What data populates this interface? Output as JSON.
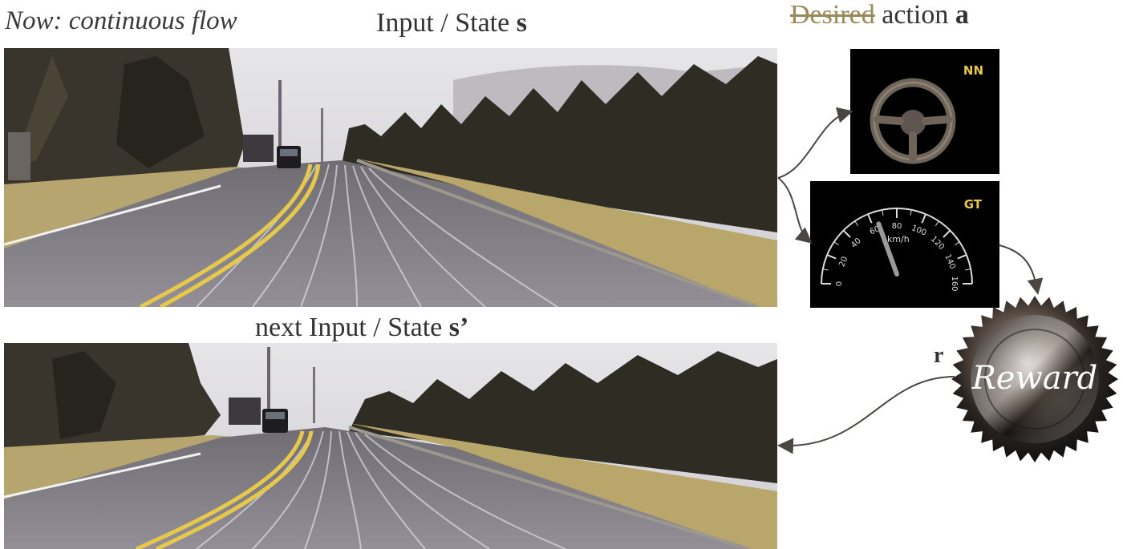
{
  "header": {
    "now_label": "Now: continuous flow",
    "state_label": "Input / State",
    "state_symbol": "s",
    "next_state_label": "next Input / State",
    "next_state_symbol": "s’",
    "action_struck": "Desired",
    "action_label": "action",
    "action_symbol": "a"
  },
  "panels": {
    "nn_label": "NN",
    "gt_label": "GT",
    "gauge_unit": "km/h",
    "gauge_ticks": [
      "0",
      "20",
      "40",
      "60",
      "80",
      "100",
      "120",
      "140",
      "160"
    ],
    "gauge_value": 65
  },
  "reward": {
    "label": "Reward",
    "symbol": "r"
  },
  "colors": {
    "road": "#8a8690",
    "grass": "#b9a66a",
    "trees": "#2d2a22",
    "sky": "#dedde0",
    "line_yellow": "#e6c94a",
    "label_yellow": "#e8c84a",
    "struck": "#9a8a5a"
  }
}
